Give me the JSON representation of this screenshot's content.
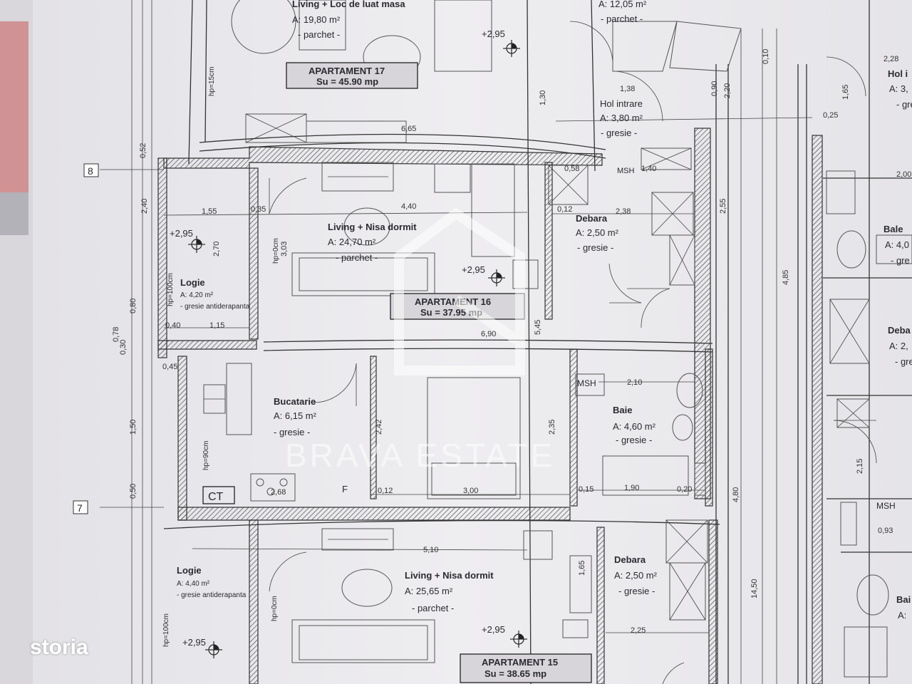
{
  "watermark": "BRAVA ESTATE",
  "brand": "storia",
  "grid_markers": [
    "8",
    "7"
  ],
  "apartments": [
    {
      "title": "APARTAMENT 17",
      "area": "Su = 45.90 mp"
    },
    {
      "title": "APARTAMENT 16",
      "area": "Su = 37.95 mp"
    },
    {
      "title": "APARTAMENT 15",
      "area": "Su = 38.65 mp"
    }
  ],
  "rooms": [
    {
      "name": "Living + Loc de luat masa",
      "area": "A: 19,80 m²",
      "floor": "- parchet -"
    },
    {
      "name": "",
      "area": "A: 12,05 m²",
      "floor": "- parchet -"
    },
    {
      "name": "Hol intrare",
      "area": "A: 3,80 m²",
      "floor": "- gresie -"
    },
    {
      "name": "Hol i",
      "area": "A: 3,",
      "floor": "- gre"
    },
    {
      "name": "Living + Nisa dormit",
      "area": "A: 24,70 m²",
      "floor": "- parchet -"
    },
    {
      "name": "Debara",
      "area": "A: 2,50 m²",
      "floor": "- gresie -"
    },
    {
      "name": "Bale",
      "area": "A: 4,0",
      "floor": "- gre"
    },
    {
      "name": "Logie",
      "area": "A: 4,20 m²",
      "floor": "- gresie antiderapanta"
    },
    {
      "name": "Deba",
      "area": "A: 2,",
      "floor": "- gre"
    },
    {
      "name": "Bucatarie",
      "area": "A: 6,15 m²",
      "floor": "- gresie -"
    },
    {
      "name": "Baie",
      "area": "A: 4,60 m²",
      "floor": "- gresie -"
    },
    {
      "name": "Logie",
      "area": "A: 4,40 m²",
      "floor": "- gresie antiderapanta"
    },
    {
      "name": "Living + Nisa dormit",
      "area": "A: 25,65 m²",
      "floor": "- parchet -"
    },
    {
      "name": "Debara",
      "area": "A: 2,50 m²",
      "floor": "- gresie -"
    },
    {
      "name": "Bai",
      "area": "A: ",
      "floor": ""
    }
  ],
  "elevations": [
    "+2,95",
    "+2,95",
    "+2,95",
    "+2,95",
    "+2,95"
  ],
  "labels": [
    "CT",
    "F",
    "MSH",
    "MSH",
    "MSH",
    "hp=15cm",
    "hp=0cm",
    "hp=100cm",
    "hp=90cm",
    "hp=0cm",
    "hp=100cm"
  ],
  "dimensions": [
    "6,65",
    "4,40",
    "1,55",
    "0,35",
    "2,38",
    "0,58",
    "1,40",
    "0,12",
    "0,25",
    "6,90",
    "5,45",
    "2,10",
    "0,15",
    "1,90",
    "0,20",
    "3,00",
    "0,12",
    "2,68",
    "2,42",
    "2,35",
    "5,10",
    "1,65",
    "2,25",
    "2,55",
    "4,85",
    "14,50",
    "4,80",
    "2,28",
    "1,38",
    "1,30",
    "1,65",
    "0,90",
    "2,20",
    "0,10",
    "3,03",
    "2,70",
    "1,50",
    "2,40",
    "0,80",
    "0,45",
    "0,30",
    "0,52",
    "0,78",
    "0,50",
    "1,15",
    "0,40",
    "2,15",
    "2,00",
    "0,93"
  ]
}
